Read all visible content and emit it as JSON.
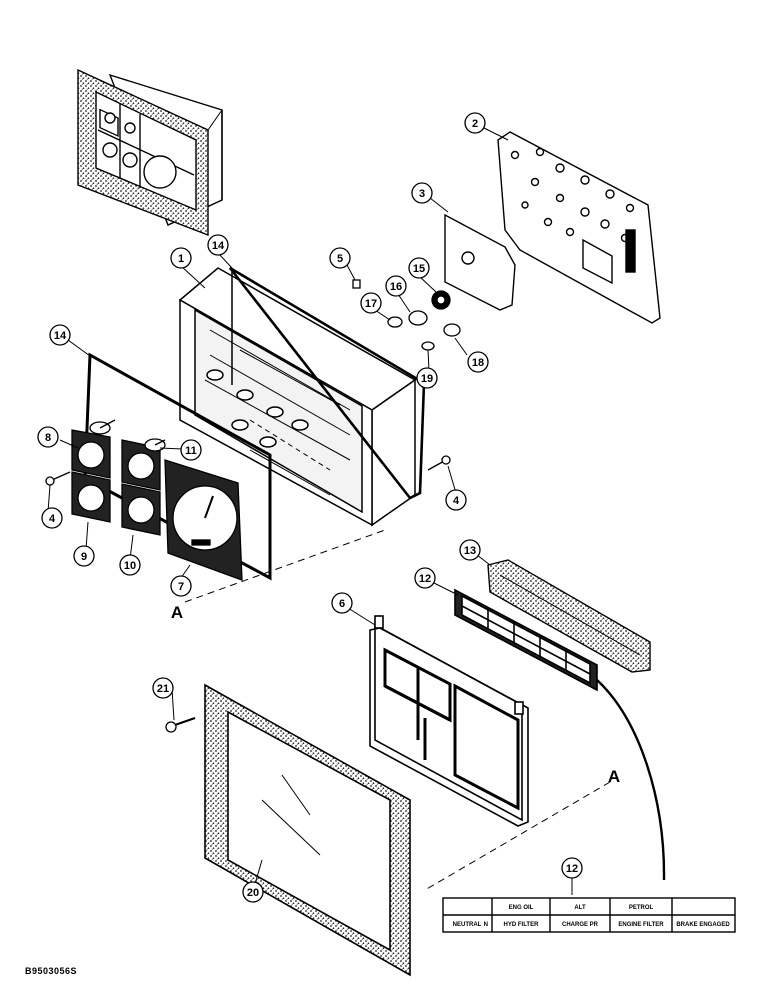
{
  "figure": {
    "id": "B9503056S",
    "section_letter": "A"
  },
  "callouts": {
    "c1": "1",
    "c2": "2",
    "c3": "3",
    "c4a": "4",
    "c4b": "4",
    "c5": "5",
    "c6": "6",
    "c7": "7",
    "c8": "8",
    "c9": "9",
    "c10": "10",
    "c11": "11",
    "c12a": "12",
    "c12b": "12",
    "c13": "13",
    "c14a": "14",
    "c14b": "14",
    "c15": "15",
    "c16": "16",
    "c17": "17",
    "c18": "18",
    "c19": "19",
    "c20": "20",
    "c21": "21"
  },
  "warning_label": {
    "row1": [
      "",
      "ENG OIL",
      "ALT",
      "PETROL",
      ""
    ],
    "row2": [
      "NEUTRAL",
      "N",
      "HYD FILTER",
      "CHARGE PR",
      "ENGINE FILTER",
      "BRAKE ENGAGED"
    ]
  },
  "colors": {
    "ink": "#000000",
    "paper": "#ffffff",
    "stipple": "#555555"
  }
}
